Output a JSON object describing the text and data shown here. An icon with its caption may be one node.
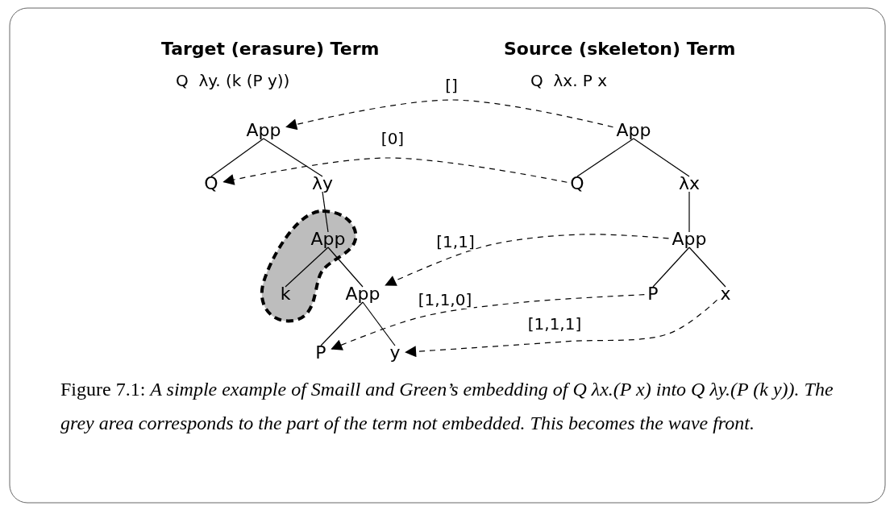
{
  "diagram": {
    "caption": "Figure 7.1: *A simple example of Smaill and Green’s embedding of Q λx.(P x) into Q λy.(P (k y)). The grey area corresponds to the part of the term not embedded. This becomes the wave front.*",
    "nodes": [
      {
        "text": [
          "App"
        ]
      },
      {
        "text": [
          "Q"
        ]
      },
      {
        "text": [
          "λy"
        ]
      },
      {
        "text": [
          "App"
        ]
      },
      {
        "text": [
          "k"
        ]
      },
      {
        "text": [
          "App"
        ]
      },
      {
        "text": [
          "P"
        ]
      },
      {
        "text": [
          "y"
        ]
      },
      {
        "text": [
          "App"
        ]
      },
      {
        "text": [
          "Q"
        ]
      },
      {
        "text": [
          "λx"
        ]
      },
      {
        "text": [
          "App"
        ]
      },
      {
        "text": [
          "P"
        ]
      },
      {
        "text": [
          "x"
        ]
      }
    ],
    "edges": [
      {
        "from": 0,
        "to": 1,
        "arrow": "none"
      },
      {
        "from": 0,
        "to": 2,
        "arrow": "none"
      },
      {
        "from": 2,
        "to": 3,
        "arrow": "none"
      },
      {
        "from": 3,
        "to": 4,
        "arrow": "none"
      },
      {
        "from": 3,
        "to": 5,
        "arrow": "none"
      },
      {
        "from": 5,
        "to": 6,
        "arrow": "none"
      },
      {
        "from": 5,
        "to": 7,
        "arrow": "none"
      },
      {
        "from": 8,
        "to": 9,
        "arrow": "none"
      },
      {
        "from": 8,
        "to": 10,
        "arrow": "none"
      },
      {
        "from": 10,
        "to": 11,
        "arrow": "none"
      },
      {
        "from": 11,
        "to": 12,
        "arrow": "none"
      },
      {
        "from": 11,
        "to": 13,
        "arrow": "none"
      },
      {
        "from": 8,
        "to": 0,
        "arrow": "to",
        "label": "[]",
        "style": "dashed"
      },
      {
        "from": 9,
        "to": 1,
        "arrow": "to",
        "label": "[0]",
        "style": "dashed"
      },
      {
        "from": 11,
        "to": 5,
        "arrow": "to",
        "label": "[1,1]",
        "style": "dashed"
      },
      {
        "from": 12,
        "to": 6,
        "arrow": "to",
        "label": "[1,1,0]",
        "style": "dashed"
      },
      {
        "from": 13,
        "to": 7,
        "arrow": "to",
        "label": "[1,1,1]",
        "style": "dashed"
      }
    ],
    "labels": [
      "Target (erasure) Term",
      "Source (skeleton) Term",
      "Q  λy. (k (P y))",
      "Q  λx. P x"
    ]
  }
}
